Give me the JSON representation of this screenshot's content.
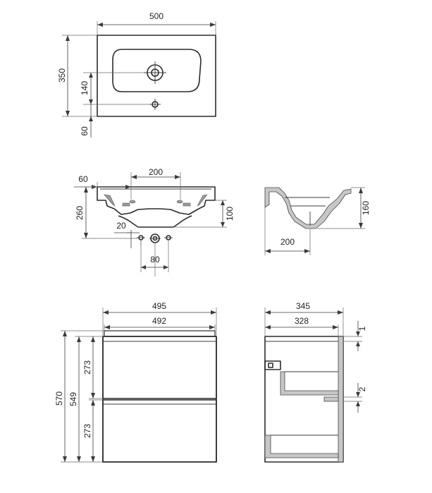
{
  "top_view": {
    "width": "500",
    "depth": "350",
    "tap_offset": "140",
    "back_offset": "60"
  },
  "front_view": {
    "tap_spacing": "200",
    "edge_offset": "60",
    "height": "260",
    "bowl_height": "100",
    "drain_offset": "20",
    "drain_spacing": "80"
  },
  "side_section": {
    "height": "160",
    "depth": "200"
  },
  "cabinet_front": {
    "outer_width": "495",
    "inner_width": "492",
    "total_height": "570",
    "body_height": "549",
    "drawer_top_height": "273",
    "drawer_bottom_height": "273"
  },
  "cabinet_side": {
    "outer_depth": "345",
    "inner_depth": "328",
    "top_gap": "1",
    "mid_gap": "2"
  }
}
